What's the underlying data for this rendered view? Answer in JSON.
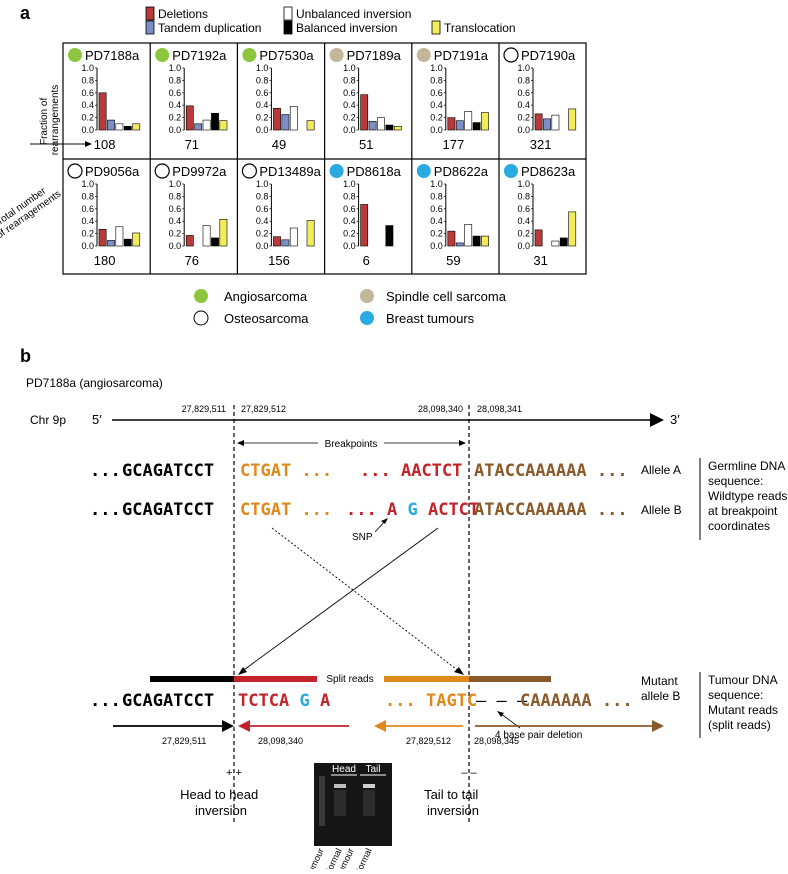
{
  "panel_a": {
    "label": "a",
    "legend": [
      {
        "text": "Deletions",
        "color": "#b83a3a"
      },
      {
        "text": "Tandem duplication",
        "color": "#7b8fc6"
      },
      {
        "text": "Unbalanced inversion",
        "color": "#ffffff"
      },
      {
        "text": "Balanced inversion",
        "color": "#000000"
      },
      {
        "text": "Translocation",
        "color": "#f3ec5a"
      }
    ],
    "y_axis_title_line1": "Fraction of",
    "y_axis_title_line2": "rearrangements",
    "total_label_line1": "Total number",
    "total_label_line2": "of rearragements",
    "y_ticks": [
      "1.0",
      "0.8",
      "0.6",
      "0.4",
      "0.2",
      "0.0"
    ],
    "tumour_types": [
      {
        "text": "Angiosarcoma",
        "color": "#8cc63f"
      },
      {
        "text": "Spindle cell sarcoma",
        "color": "#c4b69a"
      },
      {
        "text": "Osteosarcoma",
        "color": "#ffffff"
      },
      {
        "text": "Breast tumours",
        "color": "#29abe2"
      }
    ]
  },
  "chart_data": {
    "type": "bar",
    "categories": [
      "Deletions",
      "Tandem duplication",
      "Unbalanced inversion",
      "Balanced inversion",
      "Translocation"
    ],
    "ylim": [
      0,
      1
    ],
    "samples": [
      {
        "id": "PD7188a",
        "type_color": "#8cc63f",
        "values": [
          0.6,
          0.16,
          0.1,
          0.06,
          0.1
        ],
        "total": "108"
      },
      {
        "id": "PD7192a",
        "type_color": "#8cc63f",
        "values": [
          0.39,
          0.1,
          0.16,
          0.27,
          0.15
        ],
        "total": "71"
      },
      {
        "id": "PD7530a",
        "type_color": "#8cc63f",
        "values": [
          0.35,
          0.25,
          0.38,
          0.0,
          0.15
        ],
        "total": "49"
      },
      {
        "id": "PD7189a",
        "type_color": "#c4b69a",
        "values": [
          0.57,
          0.14,
          0.2,
          0.08,
          0.06
        ],
        "total": "51"
      },
      {
        "id": "PD7191a",
        "type_color": "#c4b69a",
        "values": [
          0.2,
          0.15,
          0.3,
          0.12,
          0.28
        ],
        "total": "177"
      },
      {
        "id": "PD7190a",
        "type_color": "#ffffff",
        "values": [
          0.26,
          0.18,
          0.24,
          0.0,
          0.34
        ],
        "total": "321"
      },
      {
        "id": "PD9056a",
        "type_color": "#ffffff",
        "values": [
          0.27,
          0.09,
          0.31,
          0.11,
          0.21
        ],
        "total": "180"
      },
      {
        "id": "PD9972a",
        "type_color": "#ffffff",
        "values": [
          0.17,
          0.0,
          0.33,
          0.13,
          0.43
        ],
        "total": "76"
      },
      {
        "id": "PD13489a",
        "type_color": "#ffffff",
        "values": [
          0.15,
          0.1,
          0.29,
          0.0,
          0.41
        ],
        "total": "156"
      },
      {
        "id": "PD8618a",
        "type_color": "#29abe2",
        "values": [
          0.67,
          0.0,
          0.0,
          0.33,
          0.0
        ],
        "total": "6"
      },
      {
        "id": "PD8622a",
        "type_color": "#29abe2",
        "values": [
          0.24,
          0.05,
          0.35,
          0.16,
          0.16
        ],
        "total": "59"
      },
      {
        "id": "PD8623a",
        "type_color": "#29abe2",
        "values": [
          0.26,
          0.0,
          0.08,
          0.13,
          0.55
        ],
        "total": "31"
      }
    ]
  },
  "panel_b": {
    "label": "b",
    "subtitle": "PD7188a (angiosarcoma)",
    "chr_label": "Chr 9p",
    "five_prime": "5′",
    "three_prime": "3′",
    "coords": {
      "c1": "27,829,511",
      "c2": "27,829,512",
      "c3": "28,098,340",
      "c4": "28,098,341"
    },
    "breakpoints": "Breakpoints",
    "dots": "...",
    "allele_a": {
      "seq1": "GCAGATCCT",
      "seq2": "CTGAT",
      "seq3": "AACTCT",
      "seq4": "ATACCAAAAAA",
      "label": "Allele A"
    },
    "allele_b": {
      "seq1": "GCAGATCCT",
      "seq2": "CTGAT",
      "seq3_a": "A",
      "seq3_snp": "G",
      "seq3_b": "ACTCT",
      "seq4": "ATACCAAAAAA",
      "label": "Allele B"
    },
    "snp": "SNP",
    "germline": [
      "Germline DNA",
      "sequence:",
      "Wildtype reads",
      "at breakpoint",
      "coordinates"
    ],
    "split_reads": "Split reads",
    "mutant_label": [
      "Mutant",
      "allele B"
    ],
    "mutant": {
      "seq1": "GCAGATCCT",
      "seq2_a": "TCTCA",
      "seq2_snp": "G",
      "seq2_b": "A",
      "seq3": "TAGTC",
      "gap": "– – –",
      "seq4": "CAAAAAA"
    },
    "deletion_note": "4 base pair deletion",
    "tumour": [
      "Tumour DNA",
      "sequence:",
      "Mutant reads",
      "(split reads)"
    ],
    "arrow_coords": {
      "a1": "27,829,511",
      "a2": "28,098,340",
      "a3": "27,829,512",
      "a4": "28,098,345"
    },
    "plus_marks": "+ +",
    "minus_marks": "– –",
    "head_to_head": [
      "Head to head",
      "inversion"
    ],
    "tail_to_tail": [
      "Tail to tail",
      "inversion"
    ],
    "gel_head": "Head",
    "gel_tail": "Tail",
    "gel_lanes": [
      "Tumour",
      "Normal",
      "Tumour",
      "Normal"
    ]
  }
}
